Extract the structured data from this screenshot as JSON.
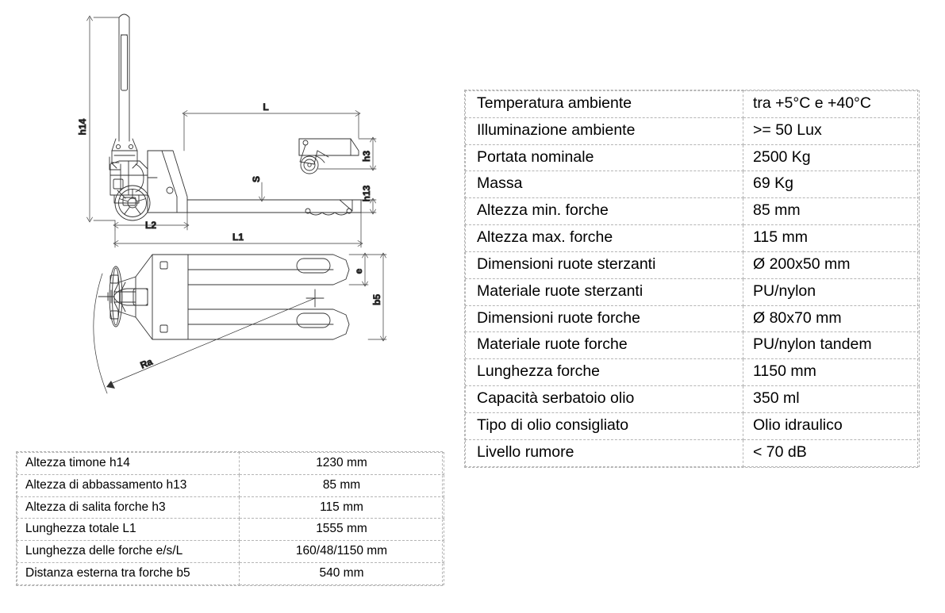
{
  "drawing": {
    "title": "hand-pallet-truck-technical-drawing",
    "views": [
      {
        "name": "side-view",
        "label": ""
      },
      {
        "name": "plan-view",
        "label": ""
      }
    ],
    "dimension_labels": {
      "h14": "h14",
      "L": "L",
      "h3": "h3",
      "h13": "h13",
      "S": "S",
      "L2": "L2",
      "L1": "L1",
      "e": "e",
      "b5": "b5",
      "Ra": "Ra"
    }
  },
  "spec_table": {
    "rows": [
      {
        "label": "Temperatura ambiente",
        "value": "tra +5°C e +40°C"
      },
      {
        "label": "Illuminazione ambiente",
        "value": ">= 50 Lux"
      },
      {
        "label": "Portata nominale",
        "value": "2500 Kg"
      },
      {
        "label": "Massa",
        "value": "69 Kg"
      },
      {
        "label": "Altezza min. forche",
        "value": "85 mm"
      },
      {
        "label": "Altezza max. forche",
        "value": "115 mm"
      },
      {
        "label": "Dimensioni ruote sterzanti",
        "value": "Ø 200x50 mm"
      },
      {
        "label": "Materiale ruote sterzanti",
        "value": "PU/nylon"
      },
      {
        "label": "Dimensioni ruote forche",
        "value": "Ø 80x70 mm"
      },
      {
        "label": "Materiale ruote forche",
        "value": "PU/nylon tandem"
      },
      {
        "label": "Lunghezza forche",
        "value": "1150 mm"
      },
      {
        "label": "Capacità serbatoio olio",
        "value": "350 ml"
      },
      {
        "label": "Tipo di olio consigliato",
        "value": "Olio idraulico"
      },
      {
        "label": "Livello rumore",
        "value": "< 70 dB"
      }
    ]
  },
  "dim_table": {
    "rows": [
      {
        "label": "Altezza timone h14",
        "value": "1230 mm"
      },
      {
        "label": "Altezza di abbassamento h13",
        "value": "85 mm"
      },
      {
        "label": "Altezza di salita forche h3",
        "value": "115 mm"
      },
      {
        "label": "Lunghezza totale L1",
        "value": "1555 mm"
      },
      {
        "label": "Lunghezza delle forche e/s/L",
        "value": "160/48/1150 mm"
      },
      {
        "label": "Distanza esterna tra forche b5",
        "value": "540 mm"
      }
    ]
  },
  "colors": {
    "border": "#b5b5b5",
    "line": "#333333",
    "text": "#000000",
    "background": "#ffffff"
  }
}
